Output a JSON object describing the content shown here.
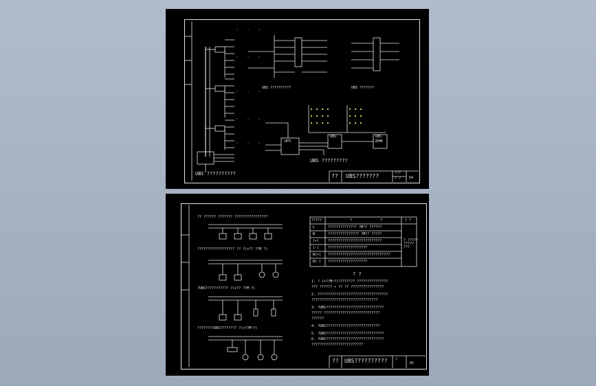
{
  "sheet1": {
    "title_cell_left": "??",
    "title_cell_main": "UBS???????",
    "title_cell_ref": "???",
    "title_cell_ref2": "? ?",
    "sheet_no": "64",
    "label_main_system": "UBS ??????????",
    "label_panel_a": "UBS ??????????",
    "label_panel_b": "UBS ???????",
    "label_bottom_center": "UBS ?????????",
    "box_ubs_1": "UBS",
    "box_ubs_2": "UBS",
    "box_ubs_2b": "JDHK",
    "box_ups": "UPS"
  },
  "sheet2": {
    "title_cell_left": "??",
    "title_cell_main": "UBS??????????",
    "title_cell_ref": "?",
    "sheet_no": "65",
    "row_labels": [
      "?? ?????? ??????? ????????????????",
      "?????????????????? ?? ?(+?? ??M ?)",
      "?UBS??????????? ?(+?? ??M ?)",
      "????????UBS???????? ?(+??M~?)"
    ],
    "table": {
      "headers": [
        "?????",
        "?",
        "?",
        "? ?"
      ],
      "rows": [
        [
          "L",
          "?????????????? ?M?? ??????"
        ],
        [
          "N",
          "??????????????? ?M?? ?????"
        ],
        [
          "(+)",
          "??????????????????????????"
        ],
        [
          "(-)",
          "???????????????????"
        ],
        [
          "N(+)",
          "??????????????????????????????"
        ],
        [
          "N(-)",
          "???????????????????"
        ]
      ],
      "side_note": "? ?????\n?????\n???"
    },
    "notes_title": "? ?",
    "notes": [
      "1. ? (+??M~?)???????? ???????????????",
      "   ??? ?????? + ?? ?? ????????????????",
      "2. ??????????????????????????????????",
      "   ????????????????????????????????",
      "3. ?UBS????????????????????????????",
      "   ????? ???????????????????????????",
      "   ??????",
      "4. ?UBS??????????????????????????",
      "5. ?UBS????????????????????????????",
      "6. ?UBS????????????????????????????",
      "   ?????????????????????????"
    ]
  },
  "colors": {
    "background_top": "#b0bccb",
    "background_bottom": "#9ba9ba",
    "sheet": "#000000",
    "line": "#e6e6e6",
    "dots": "#9a9a9a",
    "accent_yellow": "#e8e86a"
  }
}
